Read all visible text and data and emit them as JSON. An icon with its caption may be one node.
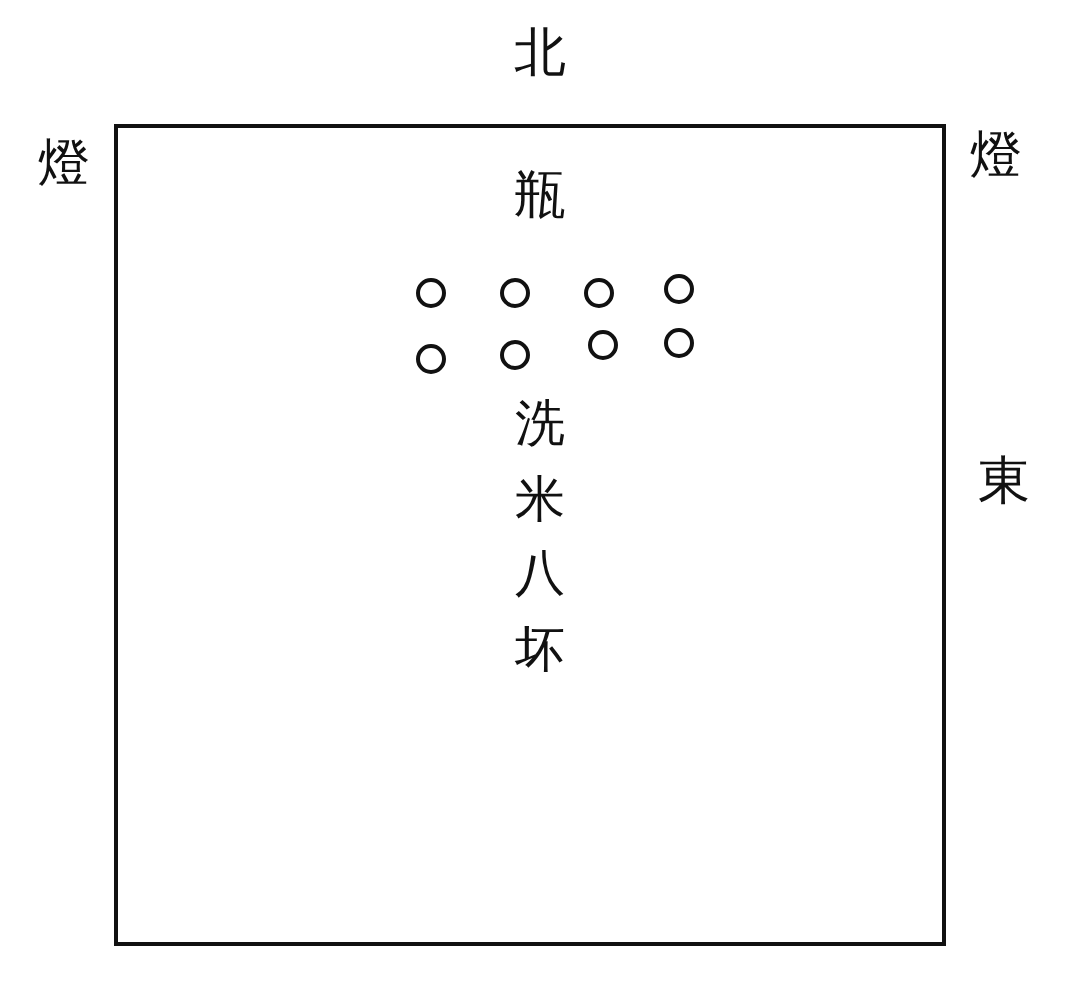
{
  "diagram": {
    "nodes": [
      {
        "text": [
          "瓶",
          "洗米八坏"
        ]
      },
      {
        "text": [],
        "shape": "circle",
        "in": 0
      },
      {
        "text": [],
        "shape": "circle",
        "in": 0
      },
      {
        "text": [],
        "shape": "circle",
        "in": 0
      },
      {
        "text": [],
        "shape": "circle",
        "in": 0
      },
      {
        "text": [],
        "shape": "circle",
        "in": 0
      },
      {
        "text": [],
        "shape": "circle",
        "in": 0
      },
      {
        "text": [],
        "shape": "circle",
        "in": 0
      },
      {
        "text": [],
        "shape": "circle",
        "in": 0
      }
    ],
    "labels": [
      "北",
      "燈",
      "燈",
      "東"
    ]
  }
}
